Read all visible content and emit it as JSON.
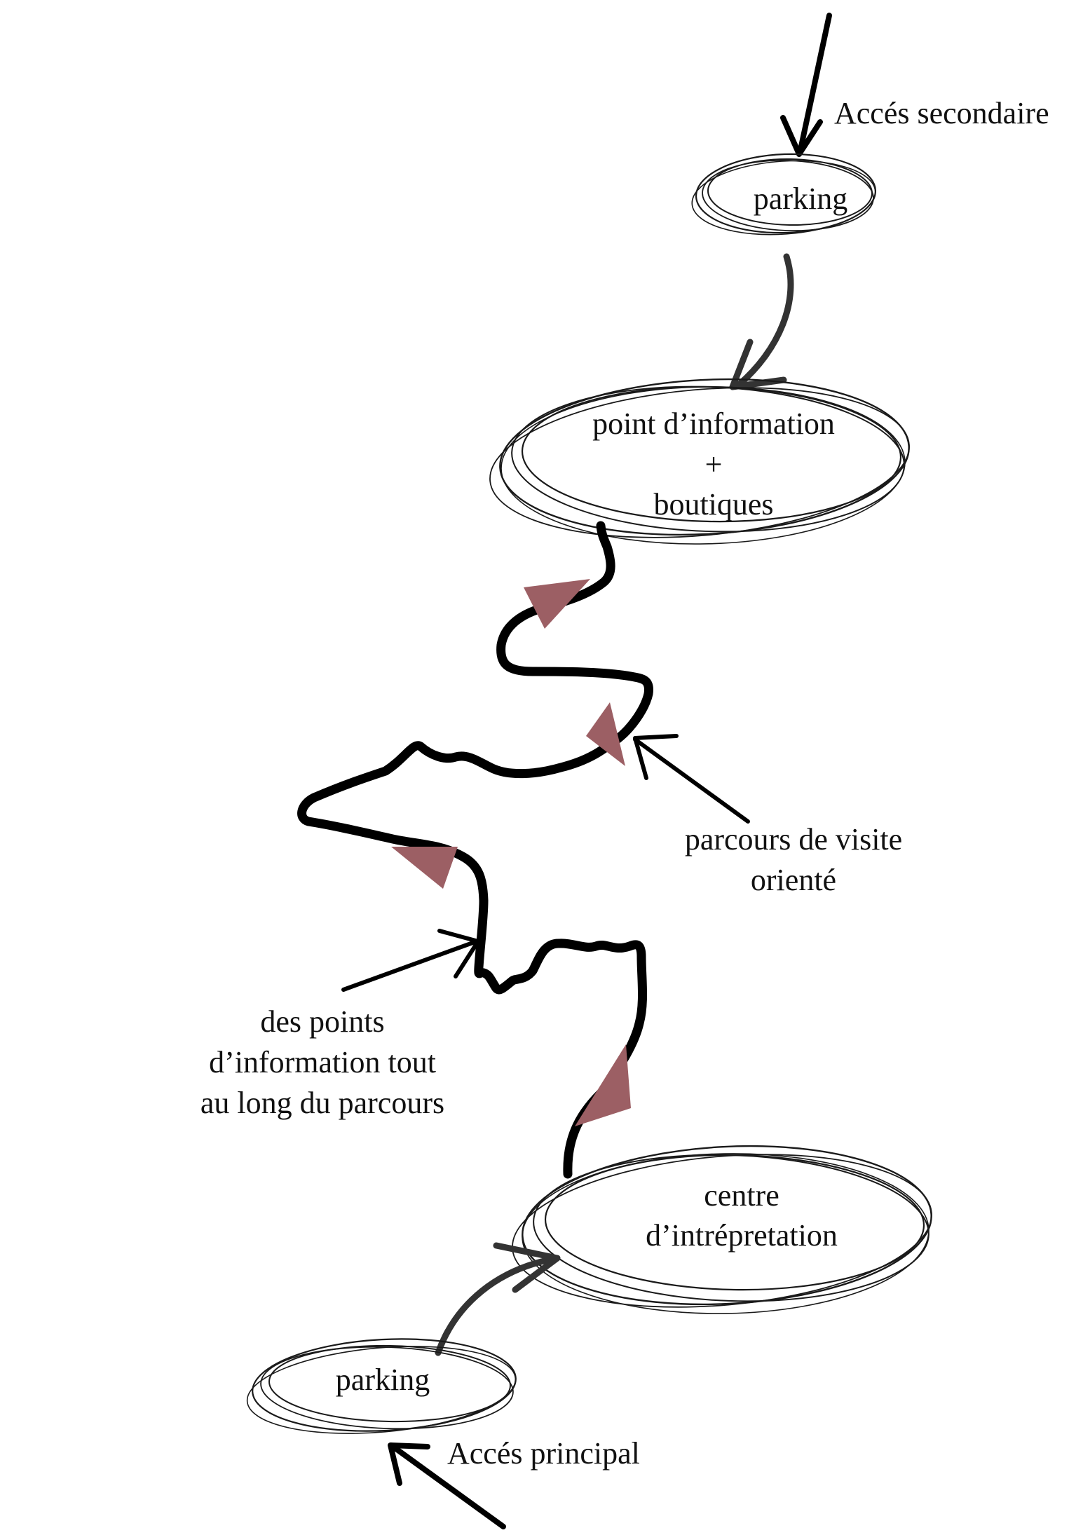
{
  "diagram": {
    "nodes": {
      "parking_top": {
        "label": "parking"
      },
      "info_point": {
        "lines": [
          "point d’information",
          "+",
          "boutiques"
        ]
      },
      "interpretation_centre": {
        "lines": [
          "centre",
          "d’intrépretation"
        ]
      },
      "parking_bottom": {
        "label": "parking"
      }
    },
    "labels": {
      "secondary_access": "Accés secondaire",
      "main_access": "Accés principal",
      "guided_route": [
        "parcours de visite",
        "orienté"
      ],
      "info_points_along": [
        "des points",
        "d’information tout",
        "au long du parcours"
      ]
    },
    "edges": [
      {
        "from": "secondary_access",
        "to": "parking_top"
      },
      {
        "from": "parking_top",
        "to": "info_point"
      },
      {
        "from": "main_access",
        "to": "parking_bottom"
      },
      {
        "from": "parking_bottom",
        "to": "interpretation_centre"
      },
      {
        "from": "interpretation_centre",
        "to": "info_point",
        "label": "guided_route"
      }
    ],
    "colors": {
      "direction_arrow": "#9c5f64",
      "route": "#000000",
      "ink": "#1a1a1a"
    }
  }
}
